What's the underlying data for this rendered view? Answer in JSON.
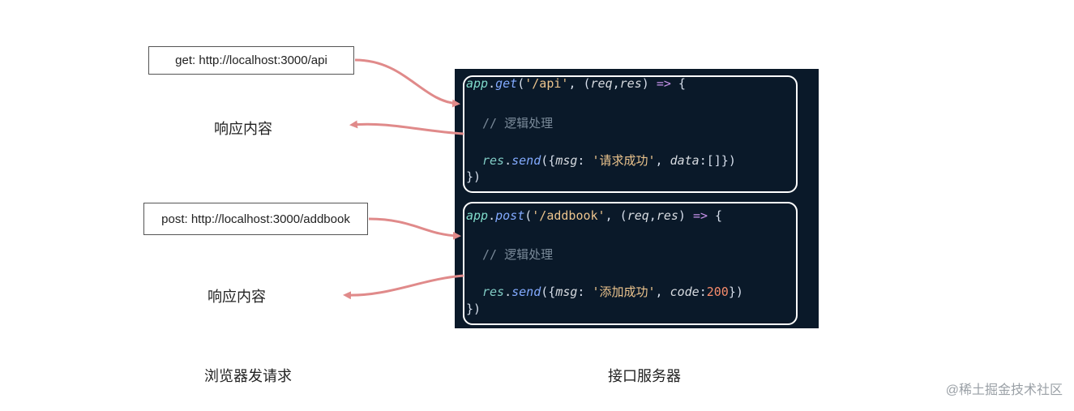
{
  "requests": {
    "get_label": "get: http://localhost:3000/api",
    "post_label": "post: http://localhost:3000/addbook"
  },
  "responses": {
    "first": "响应内容",
    "second": "响应内容"
  },
  "captions": {
    "browser": "浏览器发请求",
    "server": "接口服务器"
  },
  "code": {
    "get_block": {
      "l1_app": "app",
      "l1_dot": ".",
      "l1_method": "get",
      "l1_open": "(",
      "l1_path": "'/api'",
      "l1_sep": ", (",
      "l1_req": "req",
      "l1_comma": ",",
      "l1_res": "res",
      "l1_close": ") ",
      "l1_arrow": "=>",
      "l1_brace": " {",
      "comment": "// 逻辑处理",
      "send_obj": "res",
      "send_dot": ".",
      "send_fn": "send",
      "send_open": "({",
      "msg_key": "msg",
      "colon1": ": ",
      "msg_val": "'请求成功'",
      "sep2": ", ",
      "data_key": "data",
      "data_val": ":[]})",
      "end": "})"
    },
    "post_block": {
      "l1_app": "app",
      "l1_dot": ".",
      "l1_method": "post",
      "l1_open": "(",
      "l1_path": "'/addbook'",
      "l1_sep": ", (",
      "l1_req": "req",
      "l1_comma": ",",
      "l1_res": "res",
      "l1_close": ") ",
      "l1_arrow": "=>",
      "l1_brace": " {",
      "comment": "// 逻辑处理",
      "send_obj": "res",
      "send_dot": ".",
      "send_fn": "send",
      "send_open": "({",
      "msg_key": "msg",
      "colon1": ": ",
      "msg_val": "'添加成功'",
      "sep2": ", ",
      "code_key": "code",
      "code_colon": ":",
      "code_val": "200",
      "code_close": "})",
      "end": "})"
    }
  },
  "watermark": "@稀土掘金技术社区",
  "colors": {
    "arrow": "#e08a8a",
    "code_bg": "#0a1929",
    "block_border": "#ffffff"
  }
}
